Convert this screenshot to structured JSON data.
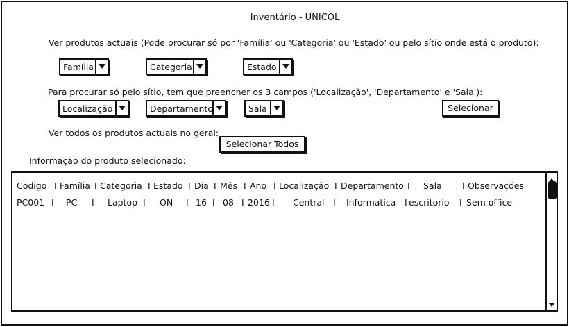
{
  "title": "Inventário - UNICOL",
  "filters": {
    "instruction": "Ver produtos actuais (Pode procurar só por 'Família' ou 'Categoria' ou 'Estado' ou pelo sítio onde está o produto):",
    "familia": "Família",
    "categoria": "Categoria",
    "estado": "Estado"
  },
  "location": {
    "instruction": "Para procurar só pelo sítio, tem que preencher os 3 campos ('Localização', 'Departamento' e 'Sala'):",
    "localizacao": "Localização",
    "departamento": "Departamento",
    "sala": "Sala",
    "select_button": "Selecionar"
  },
  "all": {
    "label": "Ver todos os produtos actuais no geral:",
    "button": "Selecionar Todos"
  },
  "info": {
    "label": "Informação do produto selecionado:",
    "headers": [
      "Código",
      "Família",
      "Categoria",
      "Estado",
      "Dia",
      "Mês",
      "Ano",
      "Localização",
      "Departamento",
      "Sala",
      "Observações"
    ],
    "separators": [
      "I",
      "I",
      "I",
      "I",
      "I",
      "I",
      "I",
      "I",
      "I",
      "I"
    ],
    "rows": [
      [
        "PC001",
        "PC",
        "Laptop",
        "ON",
        "16",
        "08",
        "2016",
        "Central",
        "Informatica",
        "escritorio",
        "Sem office"
      ]
    ]
  },
  "icons": {
    "dropdown": "chevron-down-icon",
    "scroll_up": "scroll-up-icon",
    "scroll_down": "scroll-down-icon"
  }
}
